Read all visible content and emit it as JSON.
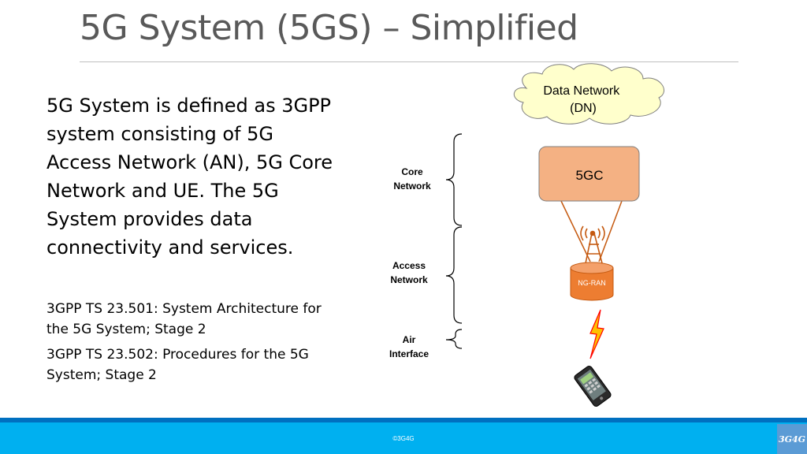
{
  "slide": {
    "title": "5G System (5GS) – Simplified",
    "body_text": "5G System is defined as 3GPP system consisting of 5G Access Network (AN), 5G Core Network and UE. The 5G System provides data connectivity and services.",
    "references": [
      "3GPP TS 23.501: System Architecture for the 5G System; Stage 2",
      "3GPP TS 23.502: Procedures for the 5G System; Stage 2"
    ]
  },
  "diagram": {
    "data_network_label": "Data Network (DN)",
    "core_box_label": "5GC",
    "ran_label": "NG-RAN",
    "braces": {
      "core": "Core Network",
      "access": "Access Network",
      "air": "Air Interface"
    },
    "colors": {
      "cloud_fill": "#ffffcc",
      "core_fill": "#f4b183",
      "ran_fill": "#ed7d31",
      "link": "#c55a11",
      "lightning_fill": "#ffc000",
      "lightning_stroke": "#ff0000"
    }
  },
  "footer": {
    "copyright": "©3G4G",
    "logo_text": "3G4G",
    "colors": {
      "bar": "#00b0f0",
      "stripe": "#0070c0"
    }
  }
}
